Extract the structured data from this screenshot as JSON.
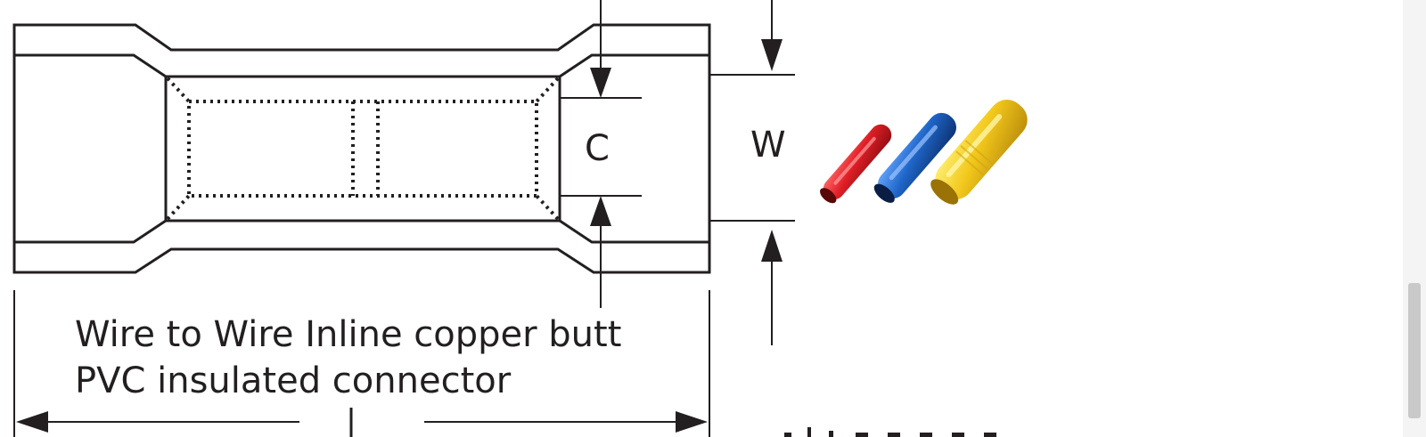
{
  "caption": {
    "line1": "Wire to Wire Inline copper butt",
    "line2": "PVC insulated connector"
  },
  "dimensions": {
    "c_label": "C",
    "w_label": "W"
  },
  "photo": {
    "connector_colors": [
      "#d7262e",
      "#1f66c8",
      "#f2c81c"
    ]
  }
}
